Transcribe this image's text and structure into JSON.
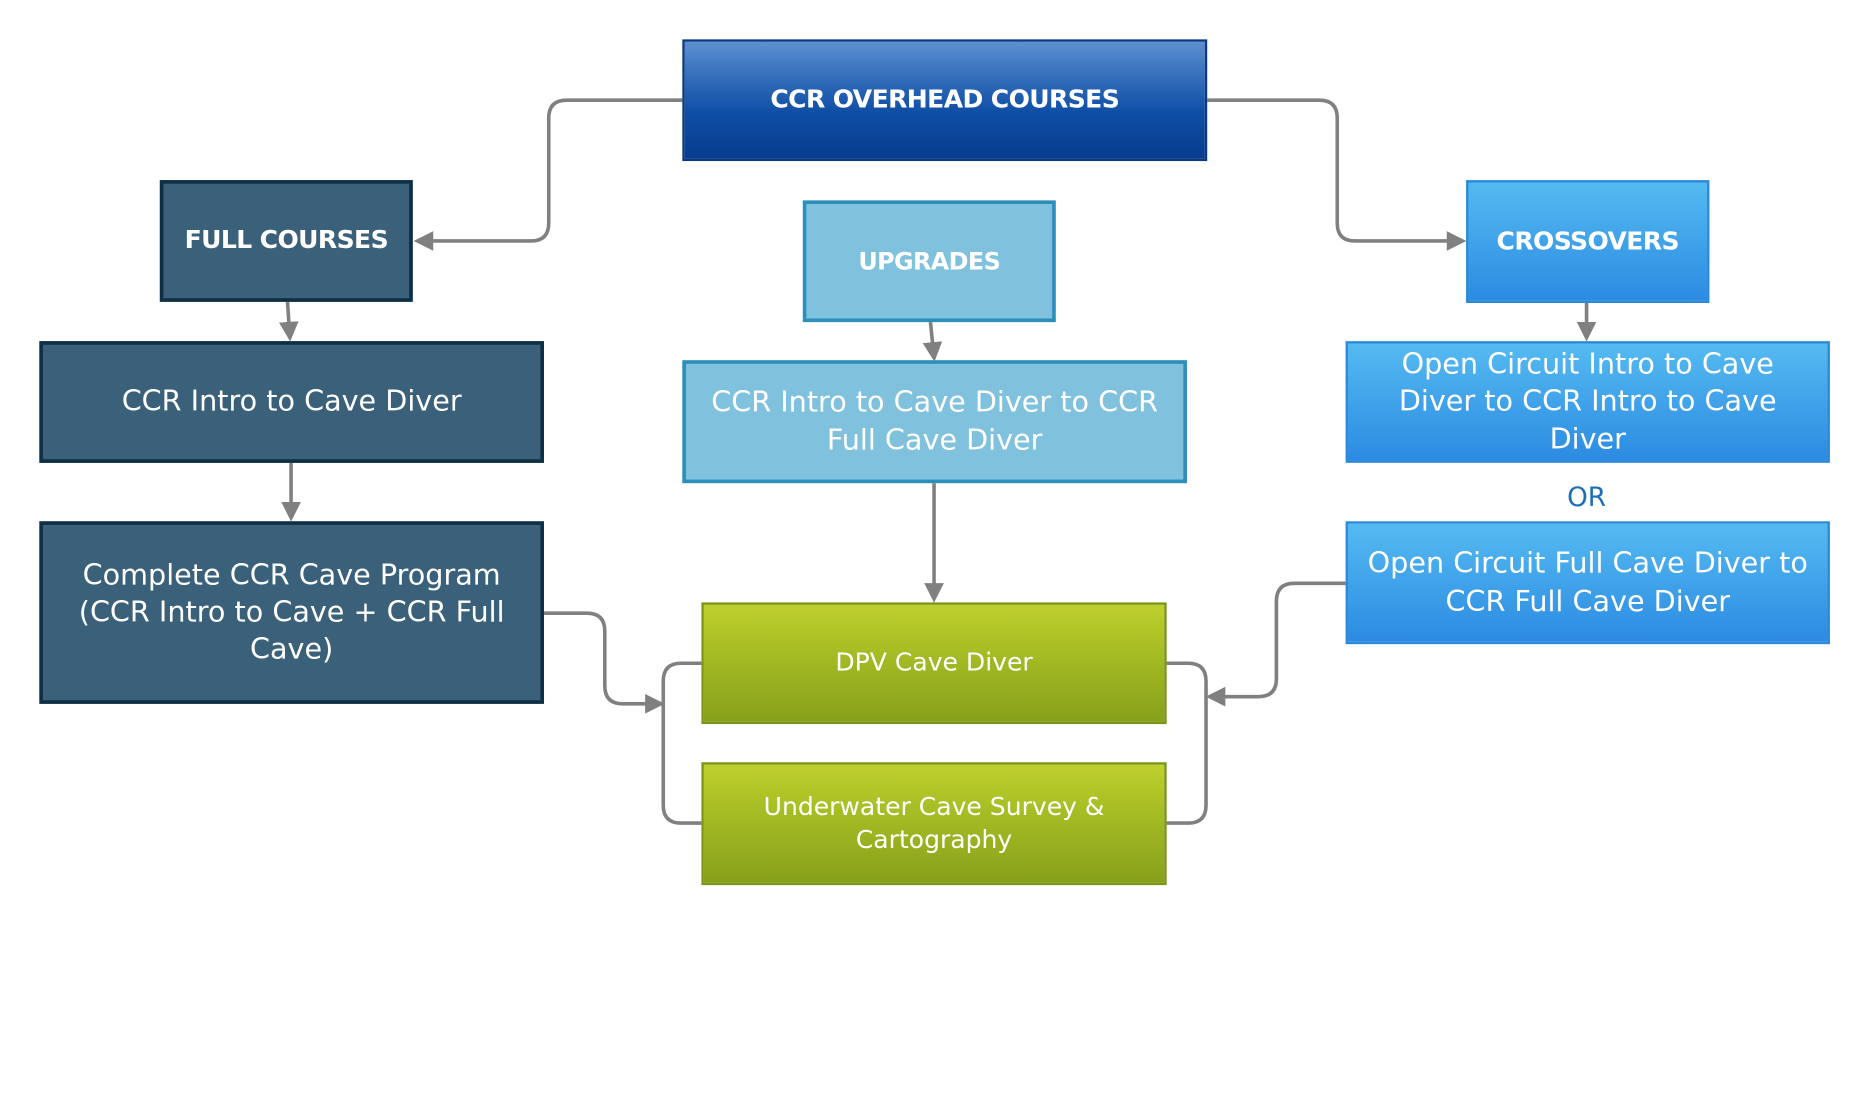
{
  "diagram": {
    "root": {
      "label": "CCR OVERHEAD COURSES"
    },
    "full_courses": {
      "heading": "FULL COURSES",
      "items": [
        "CCR Intro to Cave Diver",
        "Complete CCR Cave Program (CCR Intro to Cave + CCR Full Cave)"
      ]
    },
    "upgrades": {
      "heading": "UPGRADES",
      "items": [
        "CCR Intro to Cave Diver to CCR Full Cave Diver"
      ]
    },
    "crossovers": {
      "heading": "CROSSOVERS",
      "items": [
        "Open Circuit Intro to Cave Diver to CCR Intro to Cave Diver",
        "Open Circuit Full Cave Diver to CCR Full Cave Diver"
      ],
      "separator": "OR"
    },
    "specialties": [
      "DPV Cave Diver",
      "Underwater Cave Survey & Cartography"
    ]
  },
  "colors": {
    "connector": "#808080",
    "root_fill": "#0f4fa6",
    "full_fill": "#3a6179",
    "upgrade_fill": "#80c2dd",
    "crossover_fill": "#3aa2ea",
    "specialty_fill": "#a4ba22",
    "or_text": "#1a6fb8"
  }
}
